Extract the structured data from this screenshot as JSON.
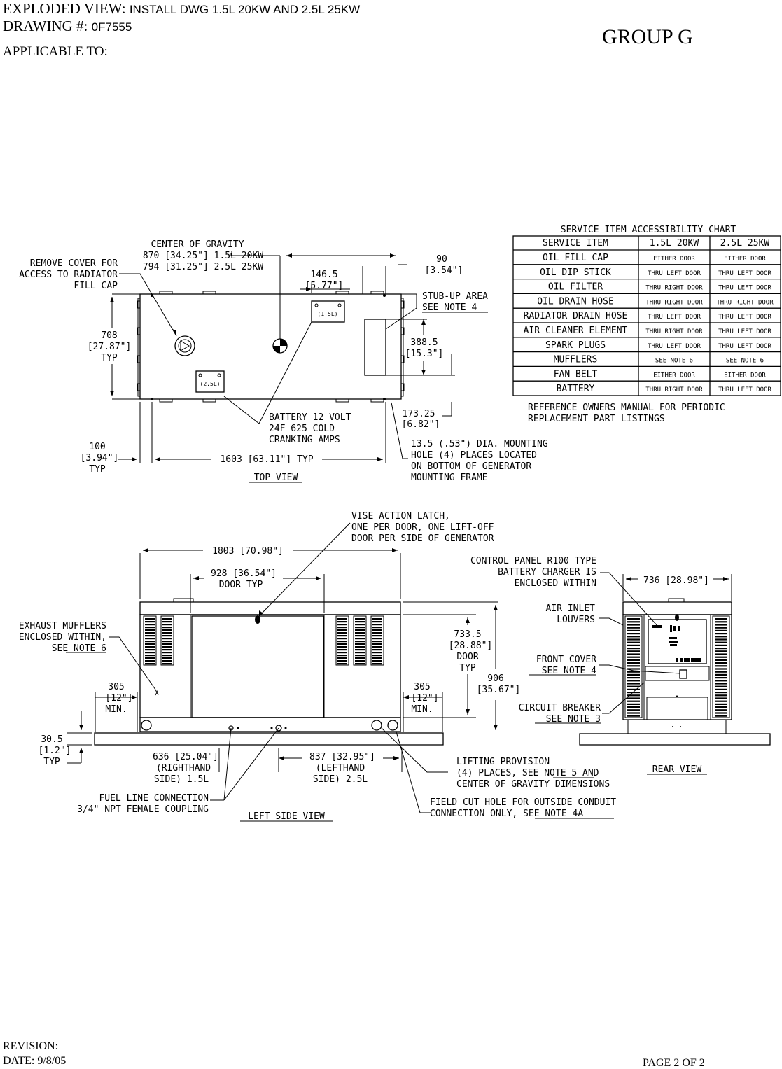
{
  "header": {
    "exploded_view_label": "EXPLODED VIEW:",
    "exploded_view_value": "INSTALL DWG 1.5L 20KW AND 2.5L 25KW",
    "drawing_label": "DRAWING #:",
    "drawing_value": "0F7555",
    "applicable_to_label": "APPLICABLE TO:",
    "group": "GROUP  G"
  },
  "footer": {
    "revision_label": "REVISION:",
    "date": "DATE:  9/8/05",
    "page": "PAGE  2 OF 2"
  },
  "service_chart": {
    "title": "SERVICE ITEM ACCESSIBILITY CHART",
    "columns": [
      "SERVICE ITEM",
      "1.5L 20KW",
      "2.5L 25KW"
    ],
    "rows": [
      [
        "OIL FILL CAP",
        "EITHER DOOR",
        "EITHER DOOR"
      ],
      [
        "OIL DIP STICK",
        "THRU LEFT DOOR",
        "THRU LEFT DOOR"
      ],
      [
        "OIL FILTER",
        "THRU RIGHT DOOR",
        "THRU LEFT DOOR"
      ],
      [
        "OIL DRAIN HOSE",
        "THRU RIGHT DOOR",
        "THRU RIGHT DOOR"
      ],
      [
        "RADIATOR DRAIN HOSE",
        "THRU LEFT DOOR",
        "THRU LEFT DOOR"
      ],
      [
        "AIR CLEANER ELEMENT",
        "THRU RIGHT DOOR",
        "THRU LEFT DOOR"
      ],
      [
        "SPARK PLUGS",
        "THRU LEFT DOOR",
        "THRU LEFT DOOR"
      ],
      [
        "MUFFLERS",
        "SEE NOTE 6",
        "SEE NOTE 6"
      ],
      [
        "FAN BELT",
        "EITHER DOOR",
        "EITHER DOOR"
      ],
      [
        "BATTERY",
        "THRU RIGHT DOOR",
        "THRU LEFT DOOR"
      ]
    ],
    "reference_note": [
      "REFERENCE OWNERS MANUAL FOR PERIODIC",
      "REPLACEMENT PART LISTINGS"
    ]
  },
  "top_view": {
    "caption": "TOP VIEW",
    "cog": [
      "CENTER OF GRAVITY",
      "870 [34.25\"] 1.5L 20KW",
      "794 [31.25\"] 2.5L 25KW"
    ],
    "radiator_cover": [
      "REMOVE COVER FOR",
      "ACCESS TO RADIATOR",
      "FILL CAP"
    ],
    "dim_1465": [
      "146.5",
      "[5.77\"]"
    ],
    "dim_90": [
      "90",
      "[3.54\"]"
    ],
    "stub_up": [
      "STUB-UP AREA",
      "SEE NOTE 4"
    ],
    "dim_708": [
      "708",
      "[27.87\"]",
      "TYP"
    ],
    "dim_3885": [
      "388.5",
      "[15.3\"]"
    ],
    "dim_17325": [
      "173.25",
      "[6.82\"]"
    ],
    "battery": [
      "BATTERY 12 VOLT",
      "24F 625 COLD",
      "CRANKING AMPS"
    ],
    "dim_100": [
      "100",
      "[3.94\"]",
      "TYP"
    ],
    "dim_1603": "1603   [63.11\"] TYP",
    "mounting_hole": [
      "13.5 (.53\") DIA. MOUNTING",
      "HOLE (4) PLACES LOCATED",
      "ON BOTTOM OF GENERATOR",
      "MOUNTING FRAME"
    ],
    "battery_15l": "(1.5L)",
    "battery_25l": "(2.5L)"
  },
  "left_side_view": {
    "caption": "LEFT SIDE VIEW",
    "vise_latch": [
      "VISE ACTION LATCH,",
      "ONE PER DOOR, ONE LIFT-OFF",
      "DOOR PER SIDE OF GENERATOR"
    ],
    "dim_1803": "1803   [70.98\"]",
    "dim_928": [
      "928   [36.54\"]",
      "DOOR TYP"
    ],
    "exhaust": [
      "EXHAUST MUFFLERS",
      "ENCLOSED WITHIN,",
      "SEE NOTE 6"
    ],
    "dim_305_left": [
      "305",
      "[12\"]",
      "MIN."
    ],
    "dim_305_right": [
      "305",
      "[12\"]",
      "MIN."
    ],
    "dim_7335": [
      "733.5",
      "[28.88\"]",
      "DOOR",
      "TYP"
    ],
    "dim_906": [
      "906",
      "[35.67\"]"
    ],
    "dim_305b": [
      "30.5",
      "[1.2\"]",
      "TYP"
    ],
    "dim_636": [
      "636   [25.04\"]",
      "(RIGHTHAND",
      "SIDE) 1.5L"
    ],
    "dim_837": [
      "837   [32.95\"]",
      "(LEFTHAND",
      "SIDE) 2.5L"
    ],
    "fuel": [
      "FUEL LINE CONNECTION",
      "3/4\" NPT FEMALE COUPLING"
    ],
    "lifting": [
      "LIFTING PROVISION",
      "(4) PLACES, SEE NOTE 5 AND",
      "CENTER OF GRAVITY DIMENSIONS"
    ],
    "field_cut": [
      "FIELD CUT HOLE FOR OUTSIDE CONDUIT",
      "CONNECTION ONLY, SEE NOTE 4A"
    ]
  },
  "rear_view": {
    "caption": "REAR VIEW",
    "control_panel": [
      "CONTROL PANEL R100 TYPE",
      "BATTERY CHARGER IS",
      "ENCLOSED WITHIN"
    ],
    "dim_736": "736   [28.98\"]",
    "air_inlet": [
      "AIR INLET",
      "LOUVERS"
    ],
    "front_cover": [
      "FRONT COVER",
      "SEE NOTE 4"
    ],
    "circuit_breaker": [
      "CIRCUIT BREAKER",
      "SEE NOTE 3"
    ]
  }
}
